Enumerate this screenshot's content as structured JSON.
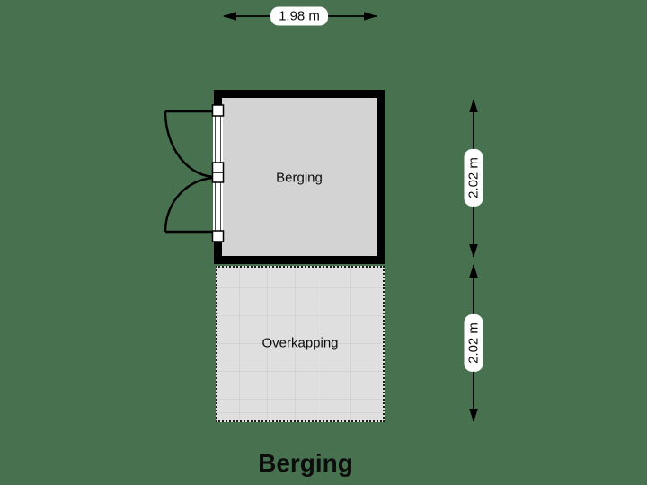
{
  "colors": {
    "background": "#47714F",
    "wall": "#000000",
    "room_fill": "#d3d3d3",
    "canopy_fill": "#dfdfdf",
    "dimension_label_bg": "#ffffff",
    "text": "#0d0d0d"
  },
  "plan": {
    "title": "Berging",
    "rooms": {
      "berging": {
        "label": "Berging"
      },
      "overkapping": {
        "label": "Overkapping"
      }
    },
    "dimensions": {
      "width_top": {
        "label": "1.98 m"
      },
      "height_upper": {
        "label": "2.02 m"
      },
      "height_lower": {
        "label": "2.02 m"
      }
    }
  }
}
